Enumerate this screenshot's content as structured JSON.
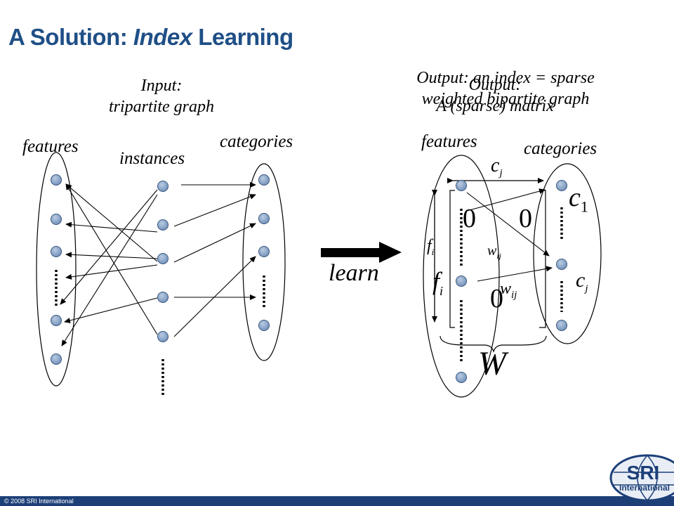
{
  "slide": {
    "title_prefix": "A Solution: ",
    "title_italic": "Index",
    "title_suffix": " Learning",
    "copyright": "© 2008 SRI International"
  },
  "input_side": {
    "caption_line1": "Input:",
    "caption_line2": "tripartite graph",
    "features_label": "features",
    "instances_label": "instances",
    "categories_label": "categories"
  },
  "learn_label": "learn",
  "output_side": {
    "caption_back_line1": "Output: an index = sparse",
    "caption_back_line2": "weighted bipartite graph",
    "caption_front_line1": "Output:",
    "caption_front_line2": "A (sparse) matrix",
    "features_label": "features",
    "categories_label": "categories",
    "cj_top": "c",
    "cj_top_sub": "j",
    "c1": "c",
    "c1_sub": "1",
    "cj_right": "c",
    "cj_right_sub": "j",
    "fi_small": "f",
    "fi_small_sub": "i",
    "fi_large": "f",
    "fi_large_sub": "i",
    "wij_small": "w",
    "wij_small_sub": "ij",
    "wij_large": "w",
    "wij_large_sub": "ij",
    "zero_1": "0",
    "zero_2": "0",
    "zero_3": "0",
    "matrix_symbol": "W"
  },
  "logo": {
    "text_line1": "SRI",
    "text_line2": "International"
  },
  "colors": {
    "title": "#1f4f86",
    "node_fill": "#7f9cc0",
    "node_stroke": "#3a5680",
    "footer": "#1c3f78"
  }
}
